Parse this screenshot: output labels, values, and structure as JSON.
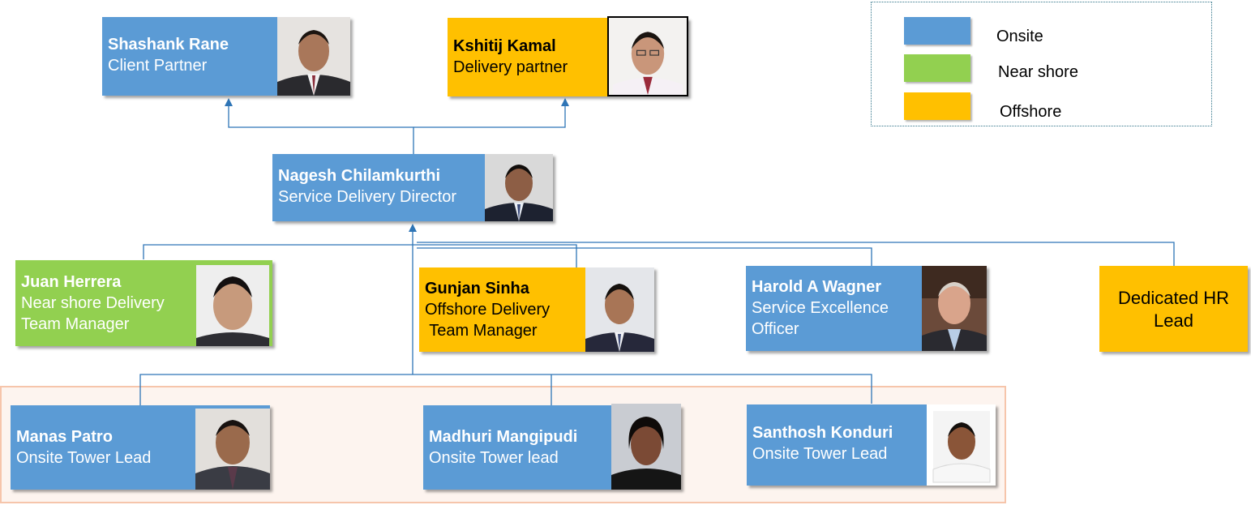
{
  "colors": {
    "onsite": "#5b9bd5",
    "near_shore": "#92d050",
    "offshore": "#ffc000",
    "connector": "#2e75b6"
  },
  "legend": {
    "onsite": "Onsite",
    "near_shore": "Near shore",
    "offshore": "Offshore"
  },
  "nodes": {
    "shashank": {
      "name": "Shashank Rane",
      "role_lines": [
        "Client Partner"
      ],
      "category": "onsite"
    },
    "kshitij": {
      "name": "Kshitij Kamal",
      "role_lines": [
        "Delivery partner"
      ],
      "category": "offshore"
    },
    "nagesh": {
      "name": "Nagesh Chilamkurthi",
      "role_lines": [
        "Service Delivery Director"
      ],
      "category": "onsite"
    },
    "juan": {
      "name": "Juan Herrera",
      "role_lines": [
        "Near shore Delivery",
        "Team Manager"
      ],
      "category": "near_shore"
    },
    "gunjan": {
      "name": "Gunjan Sinha",
      "role_lines": [
        "Offshore Delivery",
        " Team Manager"
      ],
      "category": "offshore"
    },
    "harold": {
      "name": "Harold A Wagner",
      "role_lines": [
        "Service Excellence",
        "Officer"
      ],
      "category": "onsite"
    },
    "hr_lead": {
      "lines": [
        "Dedicated HR",
        "Lead"
      ],
      "category": "offshore"
    },
    "manas": {
      "name": "Manas Patro",
      "role_lines": [
        "Onsite Tower Lead"
      ],
      "category": "onsite"
    },
    "madhuri": {
      "name": "Madhuri Mangipudi",
      "role_lines": [
        "Onsite Tower lead"
      ],
      "category": "onsite"
    },
    "santhosh": {
      "name": "Santhosh Konduri",
      "role_lines": [
        "Onsite Tower Lead"
      ],
      "category": "onsite"
    }
  }
}
